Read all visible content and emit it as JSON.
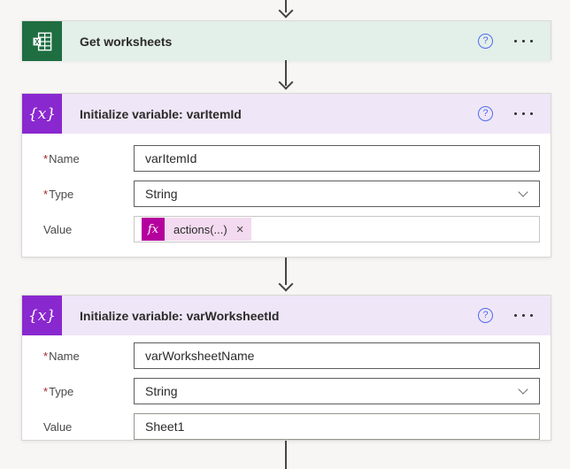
{
  "icons": {
    "help": "?",
    "close": "×",
    "excel_letter": "X",
    "variable_glyph": "{x}"
  },
  "colors": {
    "canvas_bg": "#f7f6f5",
    "excel_green": "#1e6e41",
    "excel_header_mint": "#e3efe9",
    "variable_purple": "#8a28cf",
    "variable_header_lavender": "#efe6f7",
    "fx_magenta": "#b4009e",
    "token_pink": "#f3daf0",
    "help_blue": "#4f6bed",
    "connector_gray": "#454442",
    "required_red": "#a4262c"
  },
  "cards": {
    "get_worksheets": {
      "title": "Get worksheets"
    },
    "init_item": {
      "title": "Initialize variable: varItemId",
      "name_label": "Name",
      "name_required": "*",
      "name_value": "varItemId",
      "type_label": "Type",
      "type_required": "*",
      "type_value": "String",
      "value_label": "Value",
      "value_token_fx": "fx",
      "value_token_text": "actions(...)"
    },
    "init_worksheet": {
      "title": "Initialize variable: varWorksheetId",
      "name_label": "Name",
      "name_required": "*",
      "name_value": "varWorksheetName",
      "type_label": "Type",
      "type_required": "*",
      "type_value": "String",
      "value_label": "Value",
      "value_value": "Sheet1"
    }
  }
}
